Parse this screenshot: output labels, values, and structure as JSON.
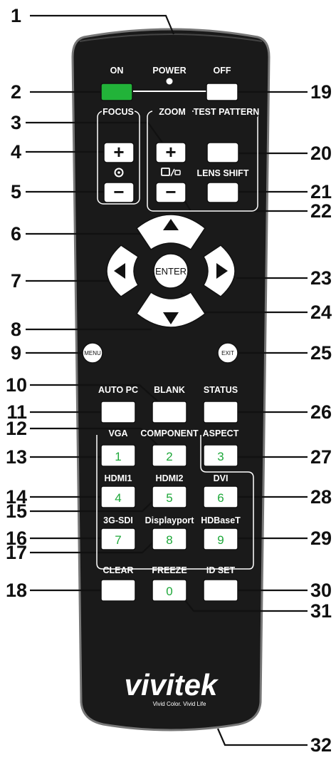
{
  "callouts": {
    "n1": "1",
    "n2": "2",
    "n3": "3",
    "n4": "4",
    "n5": "5",
    "n6": "6",
    "n7": "7",
    "n8": "8",
    "n9": "9",
    "n10": "10",
    "n11": "11",
    "n12": "12",
    "n13": "13",
    "n14": "14",
    "n15": "15",
    "n16": "16",
    "n17": "17",
    "n18": "18",
    "n19": "19",
    "n20": "20",
    "n21": "21",
    "n22": "22",
    "n23": "23",
    "n24": "24",
    "n25": "25",
    "n26": "26",
    "n27": "27",
    "n28": "28",
    "n29": "29",
    "n30": "30",
    "n31": "31",
    "n32": "32"
  },
  "labels": {
    "on": "ON",
    "power": "POWER",
    "off": "OFF",
    "focus": "FOCUS",
    "zoom": "ZOOM",
    "test_pattern": "TEST PATTERN",
    "lens_shift": "LENS SHIFT",
    "plus": "+",
    "minus": "−",
    "enter": "ENTER",
    "menu": "MENU",
    "exit": "EXIT",
    "auto_pc": "AUTO PC",
    "blank": "BLANK",
    "status": "STATUS",
    "vga": "VGA",
    "component": "COMPONENT",
    "aspect": "ASPECT",
    "hdmi1": "HDMI1",
    "hdmi2": "HDMI2",
    "dvi": "DVI",
    "sdi": "3G-SDI",
    "displayport": "Displayport",
    "hdbaset": "HDBaseT",
    "clear": "CLEAR",
    "freeze": "FREEZE",
    "id_set": "ID SET"
  },
  "digits": {
    "d1": "1",
    "d2": "2",
    "d3": "3",
    "d4": "4",
    "d5": "5",
    "d6": "6",
    "d7": "7",
    "d8": "8",
    "d9": "9",
    "d0": "0"
  },
  "brand": {
    "name": "vivitek",
    "tagline": "Vivid Color. Vivid Life"
  },
  "icons": {
    "arrow_up": "arrow-up-icon",
    "arrow_down": "arrow-down-icon",
    "arrow_left": "arrow-left-icon",
    "arrow_right": "arrow-right-icon",
    "focus_symbol": "focus-icon",
    "zoom_symbol": "zoom-icon",
    "power_led": "power-led-icon"
  },
  "colors": {
    "body": "#1a1a1a",
    "on_key": "#22b339",
    "digit_text": "#1ea83a",
    "key": "#ffffff"
  }
}
